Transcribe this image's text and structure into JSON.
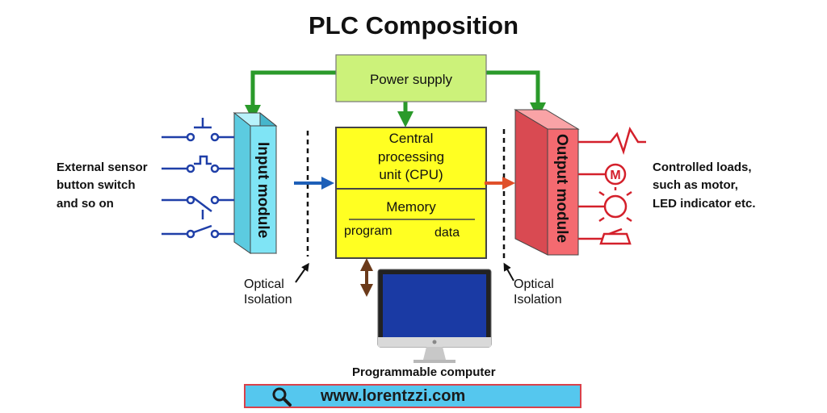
{
  "title": "PLC Composition",
  "power_supply": "Power supply",
  "cpu": {
    "line1": "Central",
    "line2": "processing",
    "line3": "unit (CPU)"
  },
  "memory": {
    "label": "Memory",
    "program": "program",
    "data": "data"
  },
  "input_module": "Input module",
  "output_module": "Output module",
  "left_desc": [
    "External sensor",
    "button switch",
    "and so on"
  ],
  "right_desc": [
    "Controlled loads,",
    "such as motor,",
    "LED indicator etc."
  ],
  "optical_left": [
    "Optical",
    "Isolation"
  ],
  "optical_right": [
    "Optical",
    "Isolation"
  ],
  "computer_label": "Programmable computer",
  "motor_symbol": "M",
  "url": "www.lorentzzi.com",
  "icons": [
    "search-icon",
    "monitor-icon",
    "switch-icon",
    "motor-icon",
    "lamp-icon",
    "buzzer-icon",
    "resistor-icon"
  ],
  "colors": {
    "power_supply": "#ccf27a",
    "cpu": "#ffff22",
    "input_module": "#7fe4f5",
    "output_module": "#f46a70",
    "green_arrow": "#2a9a2a",
    "blue_arrow": "#1d5fb8",
    "red_arrow": "#e0502a",
    "brown_arrow": "#6b3a1a",
    "switch_lines": "#1f3fa8",
    "load_lines": "#d4202b",
    "search_bar": "#55c7ee"
  }
}
